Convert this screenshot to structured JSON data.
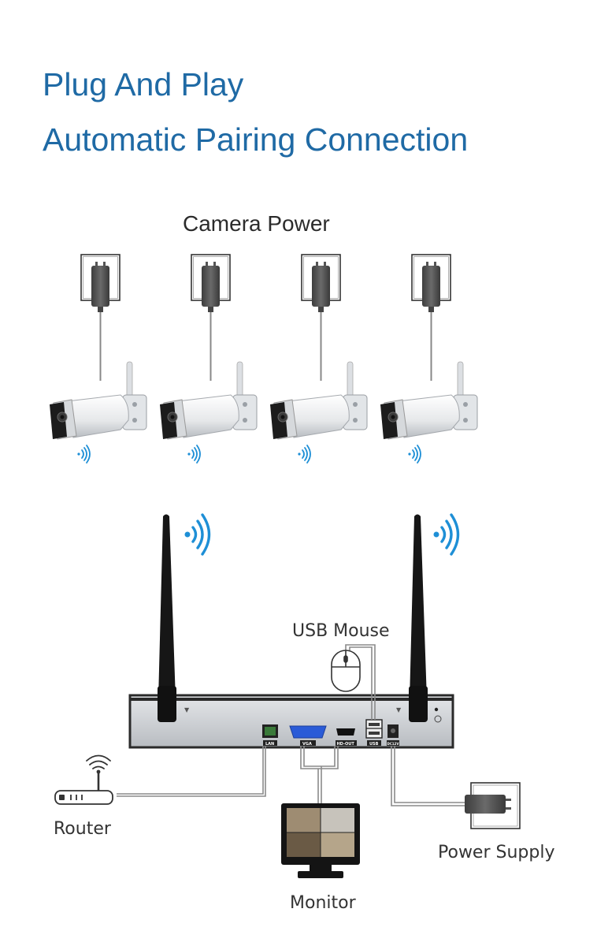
{
  "header": {
    "title": "Plug And Play",
    "subtitle": "Automatic Pairing Connection"
  },
  "cameras": {
    "power_label": "Camera Power",
    "count": 4
  },
  "nvr": {
    "ports": {
      "lan": "LAN",
      "vga": "VGA",
      "hdout": "HD-OUT",
      "usb": "USB",
      "dc": "DC12V"
    }
  },
  "devices": {
    "usb_mouse": "USB Mouse",
    "router": "Router",
    "power_supply": "Power Supply",
    "monitor": "Monitor"
  },
  "colors": {
    "title": "#1f6aa5",
    "wifi": "#1e8fd6",
    "nvr_body": "#c9ccd1",
    "outline": "#333333"
  },
  "icons": [
    "wall-outlet-icon",
    "power-adapter-icon",
    "bullet-camera-icon",
    "wifi-signal-icon",
    "antenna-icon",
    "usb-mouse-icon",
    "router-icon",
    "monitor-icon"
  ]
}
